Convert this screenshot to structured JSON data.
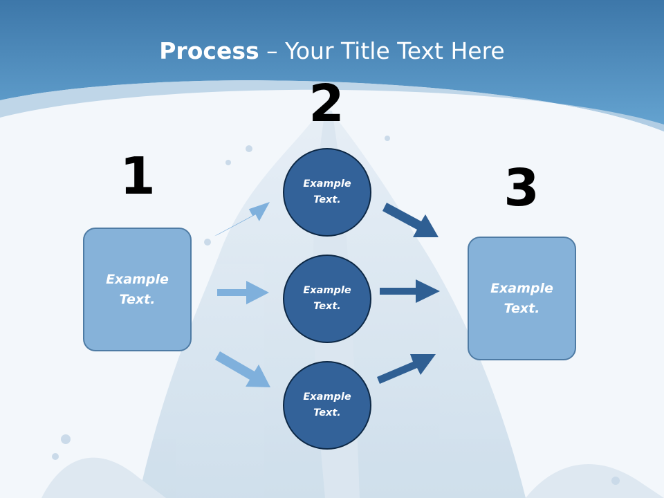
{
  "title": {
    "bold": "Process",
    "rest": " – Your Title Text Here"
  },
  "steps": [
    {
      "number": "1",
      "text": "Example\nText."
    },
    {
      "number": "2",
      "texts": [
        "Example\nText.",
        "Example\nText.",
        "Example\nText."
      ]
    },
    {
      "number": "3",
      "text": "Example\nText."
    }
  ],
  "colors": {
    "header": "#5b9ac8",
    "box_fill": "#86b2d9",
    "circle_fill": "#336299",
    "arrow_in": "#7fb0dc",
    "arrow_out": "#2f5f93"
  }
}
